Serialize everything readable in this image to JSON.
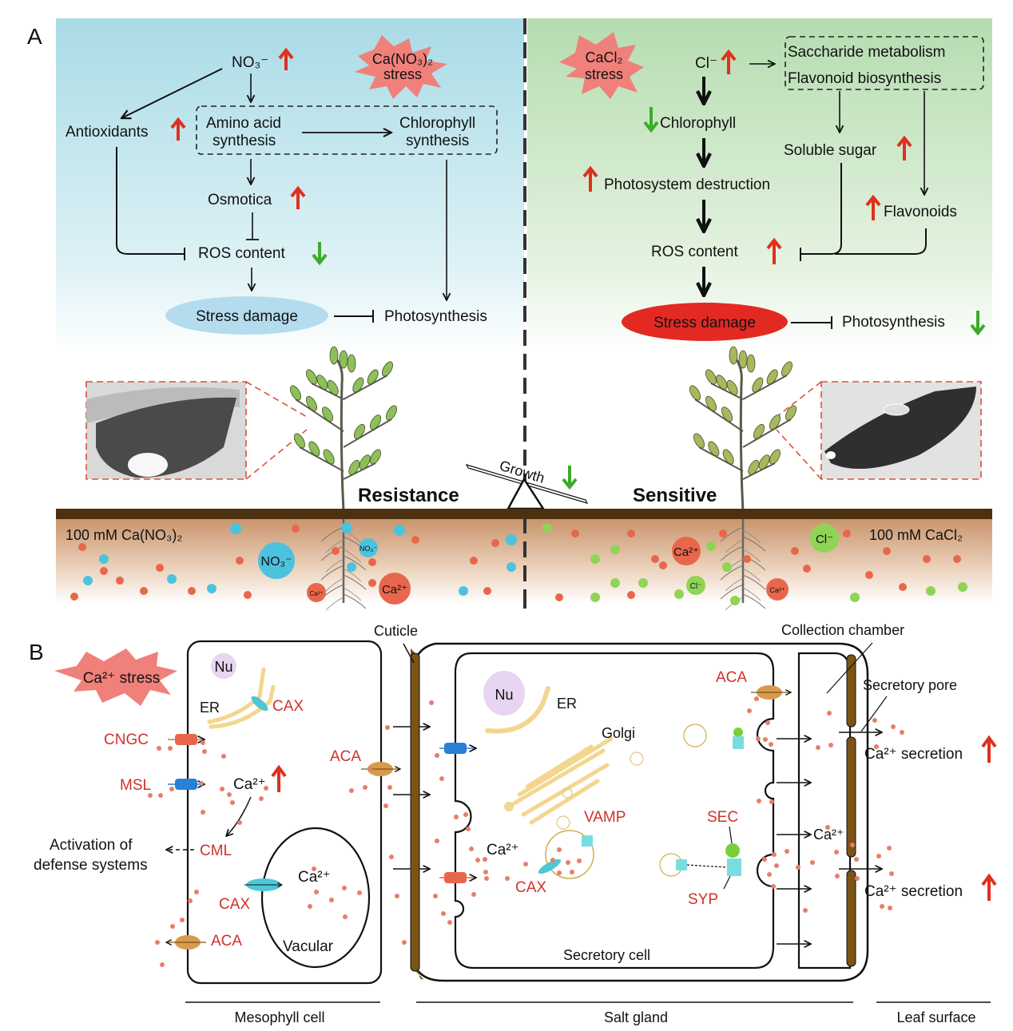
{
  "panel_a": {
    "label": "A",
    "left": {
      "stress_burst": [
        "Ca(NO₃)₂",
        "stress"
      ],
      "nodes": {
        "no3": "NO₃⁻",
        "antioxidants": "Antioxidants",
        "amino_acid": [
          "Amino acid",
          "synthesis"
        ],
        "chlorophyll": [
          "Chlorophyll",
          "synthesis"
        ],
        "osmotica": "Osmotica",
        "ros": "ROS content",
        "stress_damage": "Stress damage",
        "photosynthesis": "Photosynthesis"
      },
      "trends": {
        "no3": "up",
        "antioxidants": "up",
        "osmotica": "up",
        "ros": "down"
      }
    },
    "right": {
      "stress_burst": [
        "CaCl₂",
        "stress"
      ],
      "nodes": {
        "cl": "Cl⁻",
        "saccharide": "Saccharide metabolism",
        "flavonoid_bio": "Flavonoid biosynthesis",
        "chlorophyll": "Chlorophyll",
        "soluble_sugar": "Soluble sugar",
        "photosystem": "Photosystem destruction",
        "flavonoids": "Flavonoids",
        "ros": "ROS content",
        "stress_damage": "Stress damage",
        "photosynthesis": "Photosynthesis"
      },
      "trends": {
        "cl": "up",
        "chlorophyll": "down",
        "photosystem": "up",
        "soluble_sugar": "up",
        "flavonoids": "up",
        "ros": "up",
        "photosynthesis": "down"
      }
    },
    "plants": {
      "left_label": "Resistance",
      "right_label": "Sensitive",
      "seesaw_label": "Growth",
      "seesaw_trend": "down"
    },
    "soil": {
      "left_label": "100 mM Ca(NO₃)₂",
      "right_label": "100 mM CaCl₂",
      "ions": {
        "no3_big": "NO₃⁻",
        "no3_small": "NO₃⁻",
        "ca_big": "Ca²⁺",
        "ca_small": "Ca²⁺",
        "cl_big": "Cl⁻",
        "cl_small": "Cl⁻"
      }
    }
  },
  "panel_b": {
    "label": "B",
    "stress_burst": "Ca²⁺ stress",
    "mesophyll": {
      "nu": "Nu",
      "er": "ER",
      "cax_er": "CAX",
      "cngc": "CNGC",
      "msl": "MSL",
      "ca": "Ca²⁺",
      "cml": "CML",
      "activation": [
        "Activation of",
        "defense systems"
      ],
      "cax_vac": "CAX",
      "vac_ca": "Ca²⁺",
      "vacuole": "Vacular",
      "aca_out": "ACA",
      "aca_right": "ACA"
    },
    "salt_gland": {
      "cuticle": "Cuticle",
      "collection_chamber": "Collection chamber",
      "secretory_pore": "Secretory pore",
      "nu": "Nu",
      "er": "ER",
      "golgi": "Golgi",
      "vamp": "VAMP",
      "ca": "Ca²⁺",
      "cax": "CAX",
      "aca": "ACA",
      "sec": "SEC",
      "syp": "SYP",
      "chamber_ca": "Ca²⁺",
      "secretory_cell": "Secretory cell",
      "secretion_1": "Ca²⁺ secretion",
      "secretion_2": "Ca²⁺ secretion"
    },
    "footer": {
      "mesophyll_cell": "Mesophyll cell",
      "salt_gland": "Salt gland",
      "leaf_surface": "Leaf surface"
    }
  },
  "colors": {
    "up_arrow": "#e0301e",
    "down_arrow": "#3cab2a",
    "left_bg_top": "#a9dbe6",
    "right_bg_top": "#b5dcb0",
    "ca_ion": "#e8674c",
    "no3_ion": "#4cc3de",
    "cl_ion": "#8fd456",
    "soil_top": "#4d300f",
    "cuticle": "#7a5316",
    "label_red": "#d0312d",
    "burst": "#f0807a"
  }
}
